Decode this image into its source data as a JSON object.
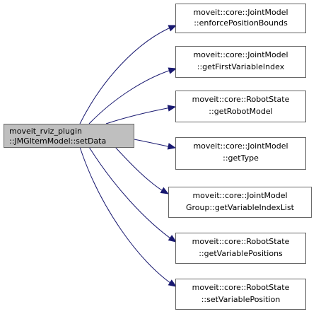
{
  "colors": {
    "source_fill": "#bfbfbf",
    "target_fill": "#ffffff",
    "node_border": "#666666",
    "edge": "#191970",
    "text": "#000000"
  },
  "source": {
    "lines": [
      "moveit_rviz_plugin",
      "::JMGItemModel::setData"
    ]
  },
  "targets": [
    {
      "lines": [
        "moveit::core::JointModel",
        "::enforcePositionBounds"
      ]
    },
    {
      "lines": [
        "moveit::core::JointModel",
        "::getFirstVariableIndex"
      ]
    },
    {
      "lines": [
        "moveit::core::RobotState",
        "::getRobotModel"
      ]
    },
    {
      "lines": [
        "moveit::core::JointModel",
        "::getType"
      ]
    },
    {
      "lines": [
        "moveit::core::JointModel",
        "Group::getVariableIndexList"
      ]
    },
    {
      "lines": [
        "moveit::core::RobotState",
        "::getVariablePositions"
      ]
    },
    {
      "lines": [
        "moveit::core::RobotState",
        "::setVariablePosition"
      ]
    }
  ]
}
